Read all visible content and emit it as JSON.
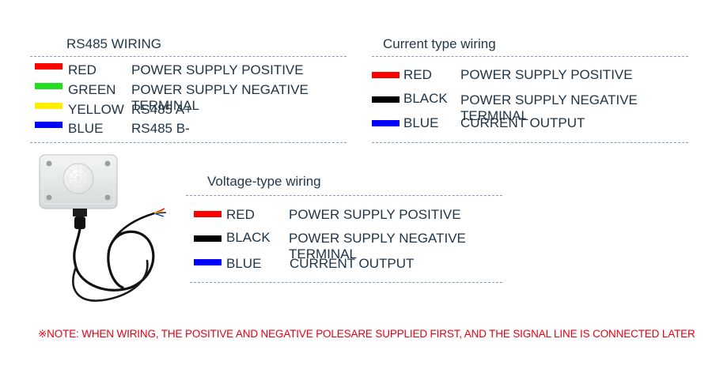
{
  "rs485": {
    "title": "RS485 WIRING",
    "rows": [
      {
        "color_name": "RED",
        "description": "POWER SUPPLY POSITIVE",
        "swatch": "#ff0000"
      },
      {
        "color_name": "GREEN",
        "description": "POWER SUPPLY NEGATIVE TERMINAL",
        "swatch": "#22dd22"
      },
      {
        "color_name": "YELLOW",
        "description": "RS485 A+",
        "swatch": "#ffee00"
      },
      {
        "color_name": "BLUE",
        "description": "RS485 B-",
        "swatch": "#0000ff"
      }
    ]
  },
  "current": {
    "title": "Current type wiring",
    "rows": [
      {
        "color_name": "RED",
        "description": "POWER SUPPLY POSITIVE",
        "swatch": "#ff0000"
      },
      {
        "color_name": "BLACK",
        "description": "POWER SUPPLY NEGATIVE TERMINAL",
        "swatch": "#000000"
      },
      {
        "color_name": "BLUE",
        "description": "CURRENT OUTPUT",
        "swatch": "#0000ff"
      }
    ]
  },
  "voltage": {
    "title": "Voltage-type wiring",
    "rows": [
      {
        "color_name": "RED",
        "description": "POWER SUPPLY POSITIVE",
        "swatch": "#ff0000"
      },
      {
        "color_name": "BLACK",
        "description": "POWER SUPPLY NEGATIVE TERMINAL",
        "swatch": "#000000"
      },
      {
        "color_name": "BLUE",
        "description": "CURRENT OUTPUT",
        "swatch": "#0000ff"
      }
    ]
  },
  "note": "※NOTE: WHEN WIRING, THE POSITIVE AND NEGATIVE POLESARE SUPPLIED FIRST, AND THE SIGNAL LINE IS CONNECTED LATER",
  "colors": {
    "note": "#e60012",
    "text": "#1f3344",
    "dash": "#7fa0b4"
  },
  "icons": {
    "sensor": "pir-sensor-device-icon"
  }
}
